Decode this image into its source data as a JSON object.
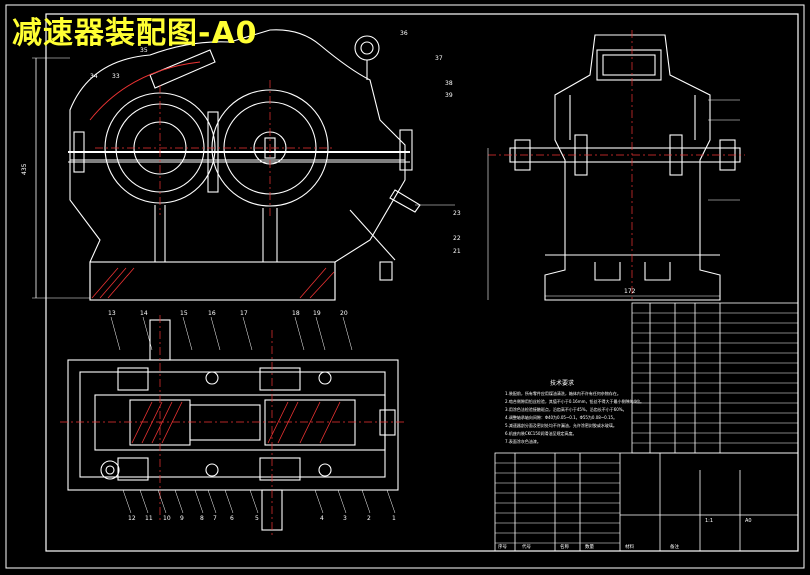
{
  "title_stamp": "减速器装配图-A0",
  "front_view": {
    "dim_vertical": "435",
    "balloons": [
      "36",
      "37",
      "38",
      "39",
      "35",
      "34",
      "33",
      "23",
      "22",
      "21"
    ]
  },
  "top_view": {
    "balloons_top": [
      "13",
      "14",
      "15",
      "16",
      "17",
      "18",
      "19",
      "20"
    ],
    "balloons_bottom": [
      "12",
      "11",
      "10",
      "9",
      "8",
      "7",
      "6",
      "5",
      "4",
      "3",
      "2",
      "1"
    ]
  },
  "side_view": {
    "dim_bottom": "172"
  },
  "notes": {
    "title": "技术要求",
    "lines": [
      "1.装配前，所有零件应用煤油清洗，箱体内不许有任何杂物存在。",
      "2.啮合侧隙用铅丝检验，其值不小于0.16mm，铅丝不得大于最小侧隙的4倍。",
      "3.用涂色法检验接触斑点，沿齿高不小于45%，沿齿长不小于60%。",
      "4.调整轴承轴向间隙：Φ40为0.05~0.1，Φ55为0.08~0.15。",
      "5.减速器剖分面及密封处均不许漏油，允许涂密封胶或水玻璃。",
      "6.机座内装CKC150润滑油至规定高度。",
      "7.表面涂灰色油漆。"
    ]
  },
  "title_block": {
    "header": [
      "序号",
      "代号",
      "名称",
      "数量",
      "材料",
      "备注"
    ],
    "scale": "1:1",
    "sheet": "A0"
  }
}
